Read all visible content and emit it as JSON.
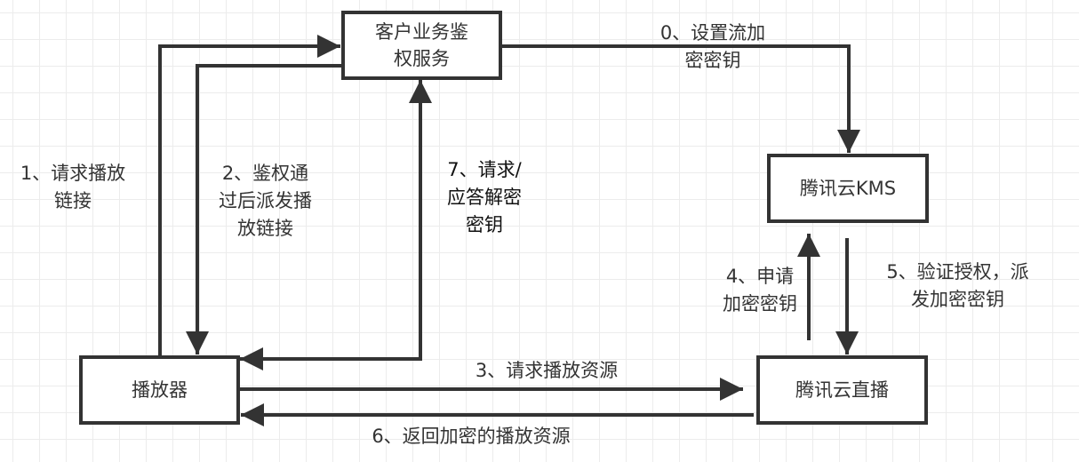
{
  "diagram": {
    "nodes": {
      "auth_service": {
        "label": "客户业务鉴\n权服务"
      },
      "kms": {
        "label": "腾讯云KMS"
      },
      "player": {
        "label": "播放器"
      },
      "live": {
        "label": "腾讯云直播"
      }
    },
    "edges": [
      {
        "id": "e0",
        "from": "auth_service",
        "to": "kms",
        "label": "0、设置流加\n密密钥"
      },
      {
        "id": "e1",
        "from": "player",
        "to": "auth_service",
        "label": "1、请求播放\n链接"
      },
      {
        "id": "e2",
        "from": "auth_service",
        "to": "player",
        "label": "2、鉴权通\n过后派发播\n放链接"
      },
      {
        "id": "e3",
        "from": "player",
        "to": "live",
        "label": "3、请求播放资源"
      },
      {
        "id": "e4",
        "from": "live",
        "to": "kms",
        "label": "4、申请\n加密密钥"
      },
      {
        "id": "e5",
        "from": "kms",
        "to": "live",
        "label": "5、验证授权，派\n发加密密钥"
      },
      {
        "id": "e6",
        "from": "live",
        "to": "player",
        "label": "6、返回加密的播放资源"
      },
      {
        "id": "e7",
        "from": "player",
        "to": "auth_service",
        "label": "7、请求/\n应答解密\n密钥",
        "bidirectional": true
      }
    ]
  }
}
